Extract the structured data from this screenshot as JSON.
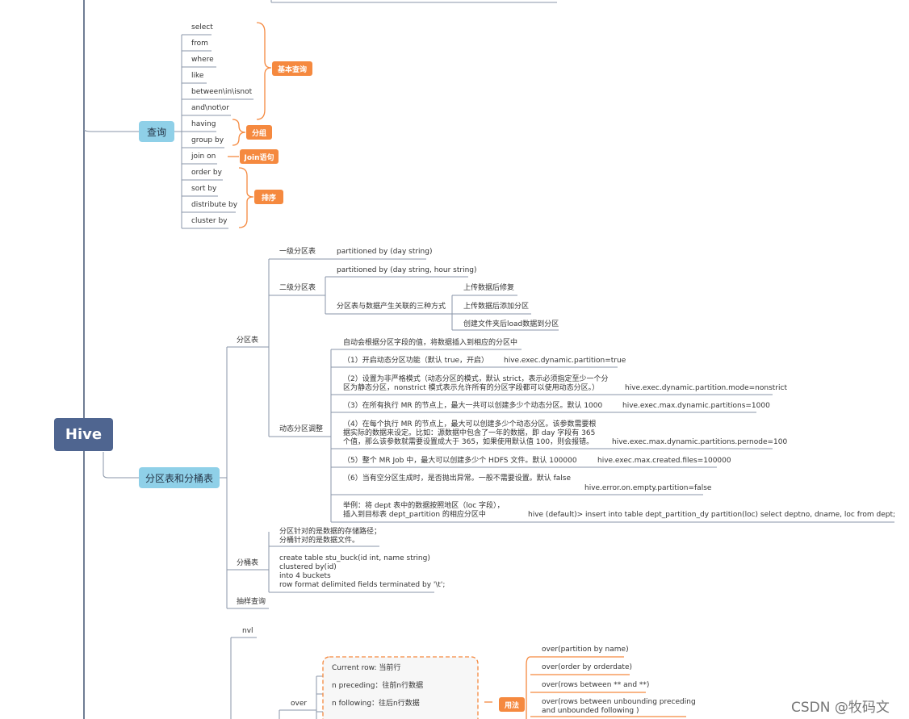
{
  "root": "Hive",
  "query": {
    "label": "查询",
    "items": [
      "select",
      "from",
      "where",
      "like",
      "between\\in\\isnot",
      "and\\not\\or",
      "having",
      "group by",
      "join on",
      "order by",
      "sort by",
      "distribute by",
      "cluster by"
    ],
    "tags": {
      "basic": "基本查询",
      "group": "分组",
      "join": "Join语句",
      "sort": "排序"
    }
  },
  "partition": {
    "label": "分区表和分桶表",
    "table": "分区表",
    "level1": {
      "label": "一级分区表",
      "value": "partitioned by (day string)"
    },
    "level2": {
      "label": "二级分区表",
      "value": "partitioned by (day string, hour string)",
      "ways_label": "分区表与数据产生关联的三种方式",
      "ways": [
        "上传数据后修复",
        "上传数据后添加分区",
        "创建文件夹后load数据到分区"
      ]
    },
    "dynamic": {
      "label": "动态分区调整",
      "intro": "自动会根据分区字段的值，将数据插入到相应的分区中",
      "items": [
        {
          "text": "（1）开启动态分区功能（默认 true，开启）",
          "param": "hive.exec.dynamic.partition=true"
        },
        {
          "text": "（2）设置为非严格模式（动态分区的模式，默认 strict，表示必须指定至少一个分\n区为静态分区，nonstrict 模式表示允许所有的分区字段都可以使用动态分区。）",
          "param": "hive.exec.dynamic.partition.mode=nonstrict"
        },
        {
          "text": "（3）在所有执行 MR 的节点上，最大一共可以创建多少个动态分区。默认 1000",
          "param": "hive.exec.max.dynamic.partitions=1000"
        },
        {
          "text": "（4）在每个执行 MR 的节点上，最大可以创建多少个动态分区。该参数需要根\n据实际的数据来设定。比如：源数据中包含了一年的数据，即 day 字段有 365\n个值，那么该参数就需要设置成大于 365，如果使用默认值 100，则会报错。",
          "param": "hive.exec.max.dynamic.partitions.pernode=100"
        },
        {
          "text": "（5）整个 MR Job 中，最大可以创建多少个 HDFS 文件。默认 100000",
          "param": "hive.exec.max.created.files=100000"
        },
        {
          "text": "（6）当有空分区生成时，是否抛出异常。一般不需要设置。默认 false",
          "param": "hive.error.on.empty.partition=false"
        },
        {
          "text": "举例：将 dept 表中的数据按照地区（loc 字段），\n插入到目标表 dept_partition 的相应分区中",
          "param": "hive (default)> insert into table dept_partition_dy partition(loc) select deptno, dname, loc from dept;"
        }
      ]
    },
    "bucket": {
      "label": "分桶表",
      "desc": "分区针对的是数据的存储路径；\n分桶针对的是数据文件。",
      "ddl": "create table stu_buck(id int, name string)\nclustered by(id)\ninto 4 buckets\nrow format delimited fields terminated by '\\t';"
    },
    "sampling": "抽样查询"
  },
  "functions": {
    "nvl": "nvl",
    "over": "over",
    "window_items": [
      "Current row: 当前行",
      "n preceding：往前n行数据",
      "n following：往后n行数据"
    ],
    "usage_tag": "用法",
    "usages": [
      "over(partition by name)",
      "over(order by orderdate)",
      "over(rows between ** and **)",
      "over(rows between unbounding preceding\nand unbounded following )"
    ]
  },
  "watermark": "CSDN @牧码文",
  "colors": {
    "root": "#4f6590",
    "topic": "#8fd0e8",
    "tag": "#f5893f",
    "line": "#8a96a8",
    "orange_line": "#f5893f"
  }
}
